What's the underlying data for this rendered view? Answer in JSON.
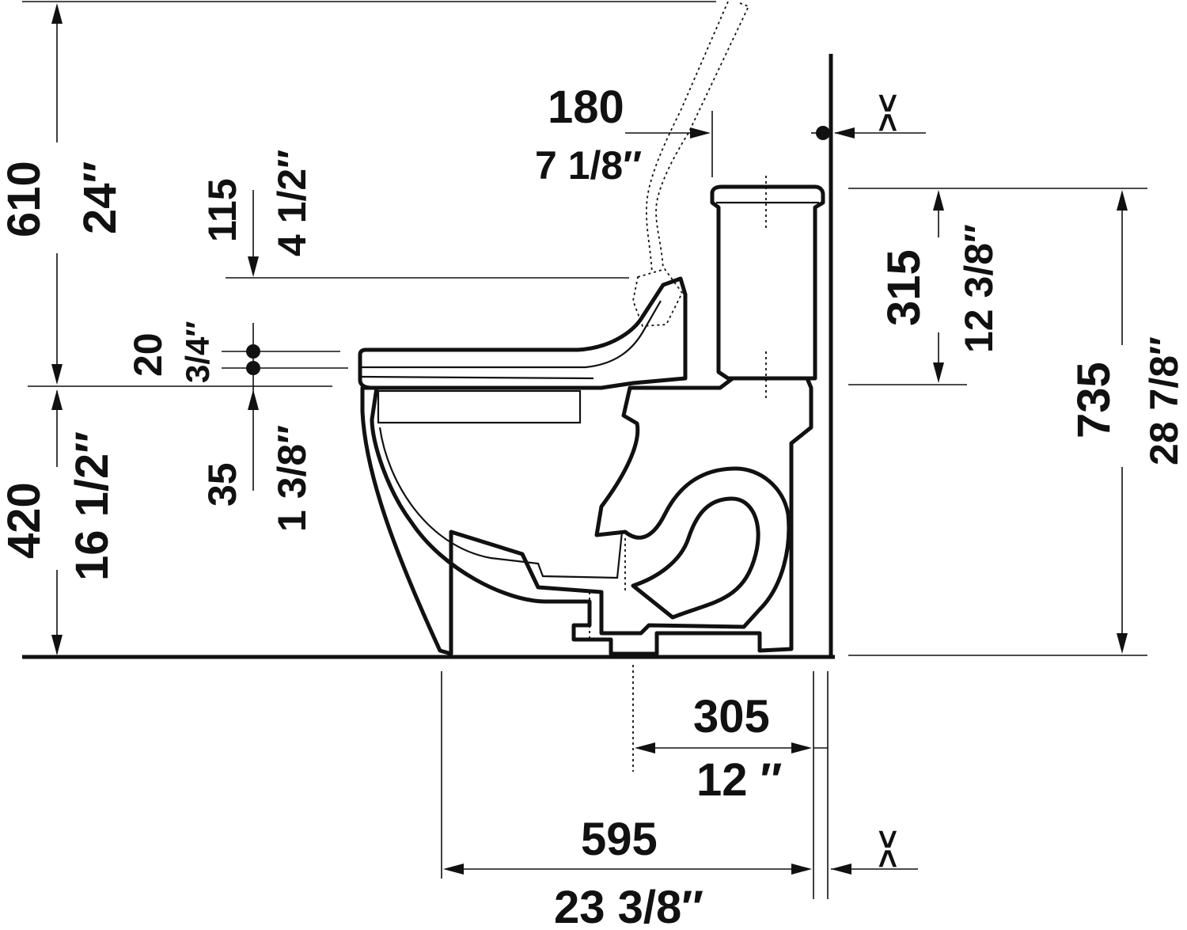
{
  "drawing": {
    "dimensions": {
      "total_height_mm": "610",
      "total_height_in": "24″",
      "hose_drop_mm": "115",
      "hose_drop_in": "4 1/2″",
      "seat_gap_mm": "20",
      "seat_gap_in": "3/4″",
      "seat_rise_mm": "35",
      "seat_rise_in": "1 3/8″",
      "seat_height_mm": "420",
      "seat_height_in": "16 1/2″",
      "hose_offset_mm": "180",
      "hose_offset_in": "7 1/8″",
      "tank_height_mm": "315",
      "tank_height_in": "12 3/8″",
      "overall_height_mm": "735",
      "overall_height_in": "28 7/8″",
      "rough_in_mm": "305",
      "rough_in_in": "12 ″",
      "depth_mm": "595",
      "depth_in": "23 3/8″",
      "wall_gap_top": "><",
      "wall_gap_bottom": "><"
    }
  }
}
